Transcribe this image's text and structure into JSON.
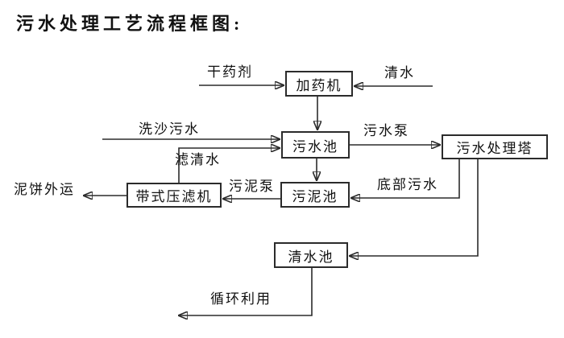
{
  "title": "污水处理工艺流程框图:",
  "nodes": [
    {
      "id": "dosing-machine",
      "label": "加药机"
    },
    {
      "id": "sewage-pool",
      "label": "污水池"
    },
    {
      "id": "sewage-treatment-tower",
      "label": "污水处理塔"
    },
    {
      "id": "sludge-pool",
      "label": "污泥池"
    },
    {
      "id": "belt-filter-press",
      "label": "带式压滤机"
    },
    {
      "id": "clear-water-pool",
      "label": "清水池"
    }
  ],
  "flow_labels": [
    {
      "id": "dry-agent",
      "text": "干药剂"
    },
    {
      "id": "clean-water",
      "text": "清水"
    },
    {
      "id": "sand-washing-sewage",
      "text": "洗沙污水"
    },
    {
      "id": "sewage-pump",
      "text": "污水泵"
    },
    {
      "id": "filtered-water",
      "text": "滤清水"
    },
    {
      "id": "bottom-sewage",
      "text": "底部污水"
    },
    {
      "id": "sludge-pump",
      "text": "污泥泵"
    },
    {
      "id": "mud-cake-out",
      "text": "泥饼外运"
    },
    {
      "id": "recycle-use",
      "text": "循环利用"
    }
  ],
  "edges": [
    {
      "from": "干药剂",
      "to": "加药机"
    },
    {
      "from": "清水",
      "to": "加药机"
    },
    {
      "from": "加药机",
      "to": "污水池"
    },
    {
      "from": "洗沙污水",
      "to": "污水池"
    },
    {
      "from": "带式压滤机",
      "to": "污水池",
      "label": "滤清水"
    },
    {
      "from": "污水池",
      "to": "污水处理塔",
      "label": "污水泵"
    },
    {
      "from": "污水池",
      "to": "污泥池"
    },
    {
      "from": "污水处理塔",
      "to": "污泥池",
      "label": "底部污水"
    },
    {
      "from": "污泥池",
      "to": "带式压滤机",
      "label": "污泥泵"
    },
    {
      "from": "带式压滤机",
      "to": "泥饼外运"
    },
    {
      "from": "污水处理塔",
      "to": "清水池"
    },
    {
      "from": "清水池",
      "to": "循环利用"
    }
  ],
  "colors": {
    "background": "#ffffff",
    "line": "#2b2b2b",
    "text": "#111111",
    "box_border": "#2b2b2b",
    "box_fill": "#ffffff"
  }
}
